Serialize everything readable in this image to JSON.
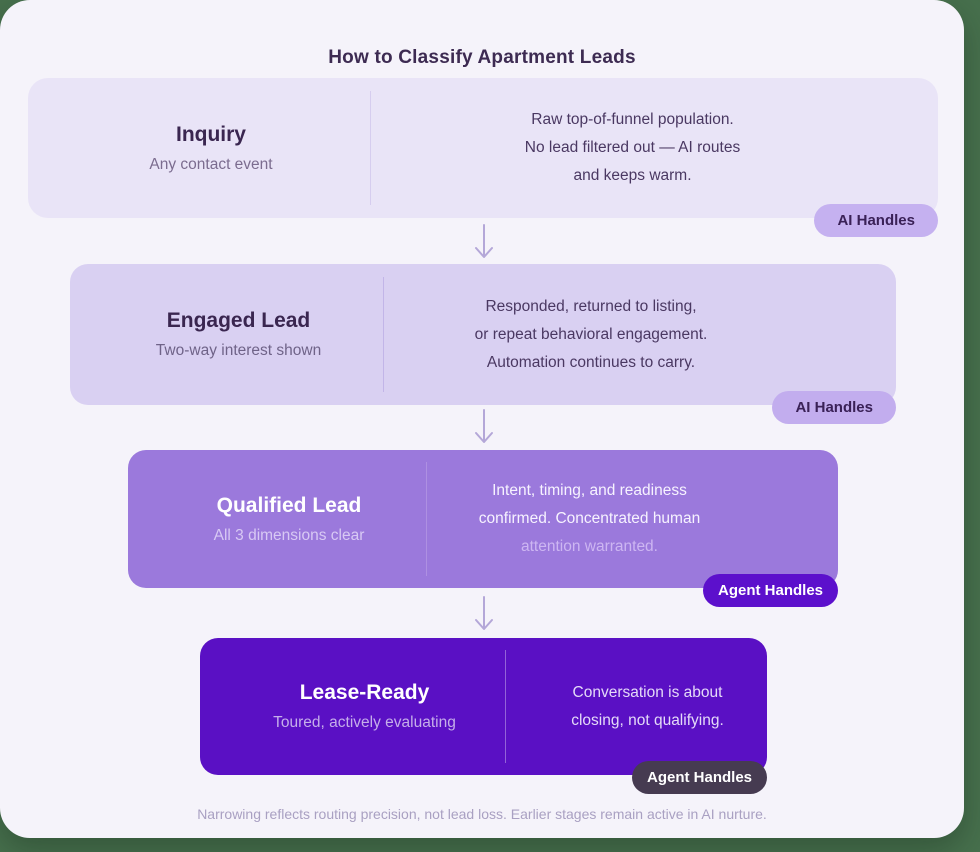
{
  "title": "How to Classify Apartment Leads",
  "stages": [
    {
      "name": "Inquiry",
      "subtitle": "Any contact event",
      "desc_lines": [
        "Raw top-of-funnel population.",
        "No lead filtered out — AI routes",
        "and keeps warm."
      ],
      "badge": "AI Handles",
      "box_color": "#e9e4f7",
      "badge_color": "#c5b1f0"
    },
    {
      "name": "Engaged Lead",
      "subtitle": "Two-way interest shown",
      "desc_lines": [
        "Responded, returned to listing,",
        "or repeat behavioral engagement.",
        "Automation continues to carry."
      ],
      "badge": "AI Handles",
      "box_color": "#d9d0f2",
      "badge_color": "#c2adee"
    },
    {
      "name": "Qualified Lead",
      "subtitle": "All 3 dimensions clear",
      "desc_lines": [
        "Intent, timing, and readiness",
        "confirmed. Concentrated human",
        "attention warranted."
      ],
      "badge": "Agent Handles",
      "box_color": "#9b79dc",
      "badge_color": "#5c10cc"
    },
    {
      "name": "Lease-Ready",
      "subtitle": "Toured, actively evaluating",
      "desc_lines": [
        "Conversation is about",
        "closing, not qualifying."
      ],
      "badge": "Agent Handles",
      "box_color": "#5a10c4",
      "badge_color": "#463b51"
    }
  ],
  "footer": "Narrowing reflects routing precision, not lead loss. Earlier stages remain active in AI nurture.",
  "palette": {
    "background": "#47704d",
    "card": "#f5f3fa",
    "title_text": "#3d2b52",
    "arrow": "#b4a7d8"
  }
}
